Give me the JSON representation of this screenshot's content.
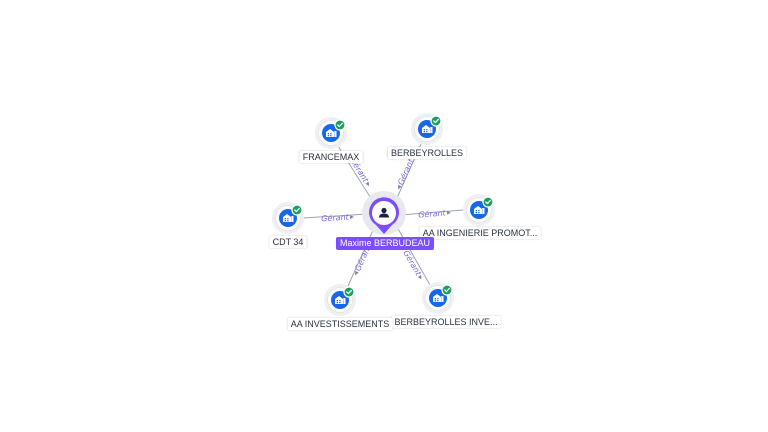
{
  "center": {
    "label": "Maxime BERBUDEAU",
    "icon": "person-icon",
    "color": "#7c4dff"
  },
  "companies": [
    {
      "id": "francemax",
      "label": "FRANCEMAX",
      "edge_label": "Gérant",
      "icon": "building-icon",
      "verified": true
    },
    {
      "id": "berbeyrolles",
      "label": "BERBEYROLLES",
      "edge_label": "Gérant",
      "icon": "building-icon",
      "verified": true
    },
    {
      "id": "aa-ingenierie",
      "label": "AA INGENIERIE PROMOT...",
      "edge_label": "Gérant",
      "icon": "building-icon",
      "verified": true
    },
    {
      "id": "berbeyrolles-inve",
      "label": "BERBEYROLLES INVE...",
      "edge_label": "Gérant",
      "icon": "building-icon",
      "verified": true
    },
    {
      "id": "aa-investissements",
      "label": "AA INVESTISSEMENTS",
      "edge_label": "Gérant",
      "icon": "building-icon",
      "verified": true
    },
    {
      "id": "cdt34",
      "label": "CDT 34",
      "edge_label": "Gérant",
      "icon": "building-icon",
      "verified": true
    }
  ],
  "colors": {
    "company": "#1767e8",
    "verified": "#18a05a",
    "edge_label": "#7b6ae6",
    "edge": "#9aa6b8"
  }
}
